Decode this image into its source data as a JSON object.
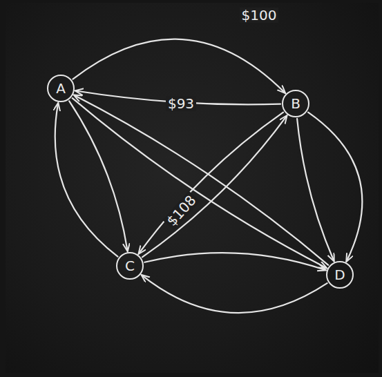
{
  "diagram": {
    "nodes": [
      {
        "text": [
          "A"
        ]
      },
      {
        "text": [
          "B"
        ]
      },
      {
        "text": [
          "C"
        ]
      },
      {
        "text": [
          "D"
        ]
      }
    ],
    "edges": [
      {
        "from": 0,
        "to": 1,
        "label": "$100",
        "arrow": "to"
      },
      {
        "from": 1,
        "to": 0,
        "label": "$93",
        "arrow": "to"
      },
      {
        "from": 0,
        "to": 2,
        "arrow": "to"
      },
      {
        "from": 2,
        "to": 0,
        "arrow": "to"
      },
      {
        "from": 0,
        "to": 3,
        "arrow": "to"
      },
      {
        "from": 3,
        "to": 0,
        "arrow": "to"
      },
      {
        "from": 2,
        "to": 1,
        "label": "$108",
        "arrow": "to"
      },
      {
        "from": 1,
        "to": 2,
        "arrow": "to"
      },
      {
        "from": 1,
        "to": 3,
        "arrow": "to"
      },
      {
        "from": 1,
        "to": 3,
        "arrow": "to"
      },
      {
        "from": 2,
        "to": 3,
        "arrow": "to"
      },
      {
        "from": 3,
        "to": 2,
        "arrow": "to"
      }
    ]
  }
}
